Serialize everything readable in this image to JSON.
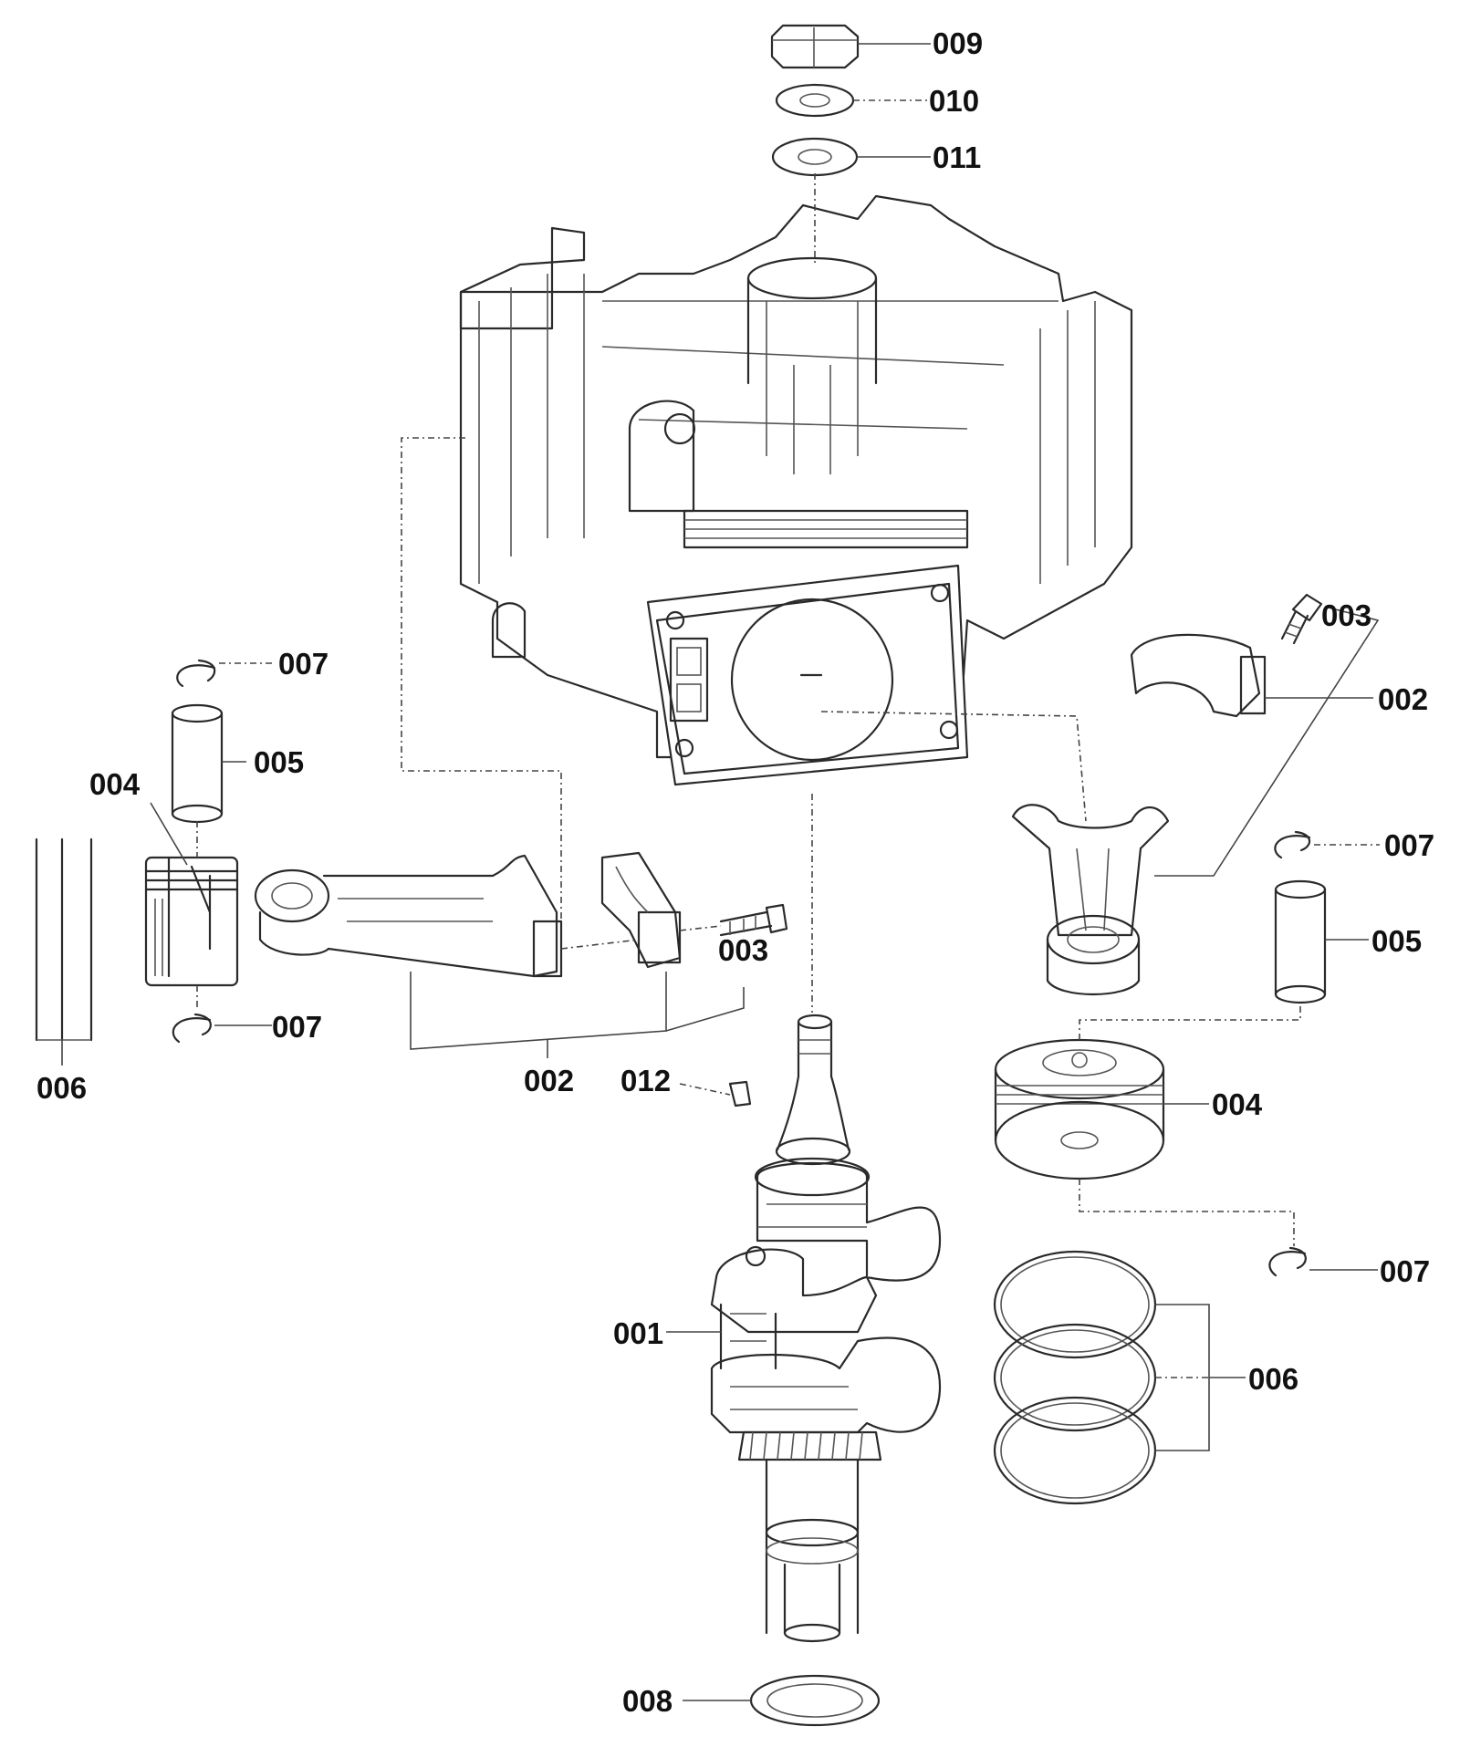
{
  "callouts": [
    {
      "id": "c009",
      "label": "009"
    },
    {
      "id": "c010",
      "label": "010"
    },
    {
      "id": "c011",
      "label": "011"
    },
    {
      "id": "c003r",
      "label": "003"
    },
    {
      "id": "c002r",
      "label": "002"
    },
    {
      "id": "c007a",
      "label": "007"
    },
    {
      "id": "c005a",
      "label": "005"
    },
    {
      "id": "c004a",
      "label": "004"
    },
    {
      "id": "c007r",
      "label": "007"
    },
    {
      "id": "c005r",
      "label": "005"
    },
    {
      "id": "c003l",
      "label": "003"
    },
    {
      "id": "c007b",
      "label": "007"
    },
    {
      "id": "c006a",
      "label": "006"
    },
    {
      "id": "c002l",
      "label": "002"
    },
    {
      "id": "c012",
      "label": "012"
    },
    {
      "id": "c004r",
      "label": "004"
    },
    {
      "id": "c007c",
      "label": "007"
    },
    {
      "id": "c001",
      "label": "001"
    },
    {
      "id": "c006r",
      "label": "006"
    },
    {
      "id": "c008",
      "label": "008"
    }
  ]
}
